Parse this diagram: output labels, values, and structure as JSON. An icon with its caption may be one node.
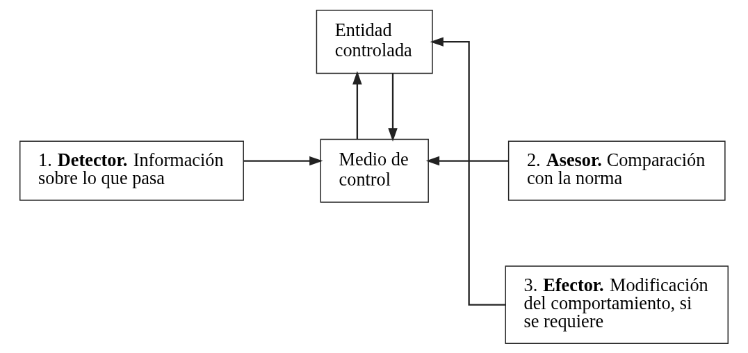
{
  "diagram": {
    "nodes": [
      {
        "text": [
          "Medio de control"
        ]
      },
      {
        "text": [
          "2. **Asesor.** Comparación con la norma"
        ]
      },
      {
        "text": [
          "1. **Detector.** Información sobre lo que pasa"
        ]
      },
      {
        "text": [
          "3. **Efector.** Modificación del comportamiento, si se requiere"
        ]
      },
      {
        "text": [
          "Entidad controlada"
        ]
      }
    ],
    "edges": [
      {
        "from": 4,
        "to": 0,
        "arrow": "to"
      },
      {
        "from": 0,
        "to": 4,
        "arrow": "to"
      },
      {
        "from": 1,
        "to": 0,
        "arrow": "to"
      },
      {
        "from": 2,
        "to": 0,
        "arrow": "to"
      },
      {
        "from": 3,
        "to": 4,
        "arrow": "to"
      }
    ]
  }
}
